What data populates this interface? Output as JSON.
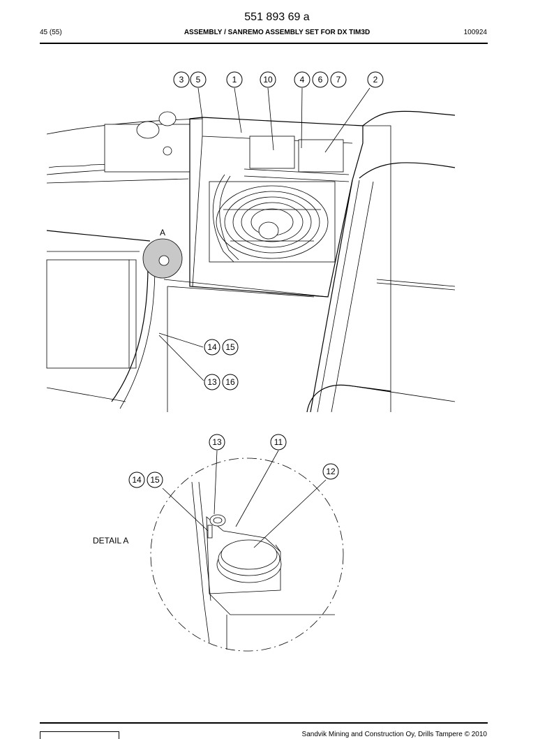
{
  "header": {
    "doc_number": "551 893 69 a",
    "page": "45 (55)",
    "title": "ASSEMBLY / SANREMO ASSEMBLY SET FOR DX TIM3D",
    "code": "100924"
  },
  "callouts": {
    "c1": "3",
    "c2": "5",
    "c3": "1",
    "c4": "10",
    "c5": "4",
    "c6": "6",
    "c7": "7",
    "c8": "2",
    "c9": "14",
    "c10": "15",
    "c11": "13",
    "c12": "16",
    "d1": "13",
    "d2": "11",
    "d3": "12",
    "d4": "14",
    "d5": "15"
  },
  "labels": {
    "detail_marker": "A",
    "detail_title": "DETAIL A"
  },
  "footer": {
    "copyright": "Sandvik Mining and Construction Oy, Drills Tampere © 2010"
  }
}
